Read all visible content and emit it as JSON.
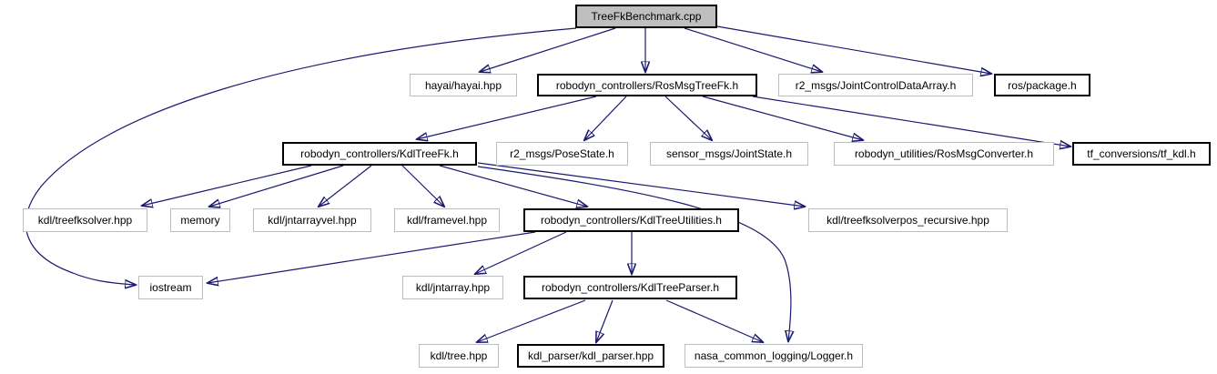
{
  "graph": {
    "type": "include-dependency-graph",
    "root": "TreeFkBenchmark.cpp",
    "colors": {
      "edge": "#191970",
      "documented_node_border": "#000000",
      "external_node_border": "#bdbdbd",
      "root_node_fill": "#bfbfbf",
      "node_fill": "#ffffff",
      "text": "#000000",
      "background": "#ffffff"
    },
    "nodes": {
      "benchmark": {
        "label": "TreeFkBenchmark.cpp"
      },
      "hayai": {
        "label": "hayai/hayai.hpp"
      },
      "rosmsgtreefk": {
        "label": "robodyn_controllers/RosMsgTreeFk.h"
      },
      "jointcontroldata": {
        "label": "r2_msgs/JointControlDataArray.h"
      },
      "rospackage": {
        "label": "ros/package.h"
      },
      "kdltreefk": {
        "label": "robodyn_controllers/KdlTreeFk.h"
      },
      "posestate": {
        "label": "r2_msgs/PoseState.h"
      },
      "jointstate": {
        "label": "sensor_msgs/JointState.h"
      },
      "rosmsgconverter": {
        "label": "robodyn_utilities/RosMsgConverter.h"
      },
      "tfkdl": {
        "label": "tf_conversions/tf_kdl.h"
      },
      "treefksolver": {
        "label": "kdl/treefksolver.hpp"
      },
      "memory": {
        "label": "memory"
      },
      "jntarrayvel": {
        "label": "kdl/jntarrayvel.hpp"
      },
      "framevel": {
        "label": "kdl/framevel.hpp"
      },
      "kdltreeutilities": {
        "label": "robodyn_controllers/KdlTreeUtilities.h"
      },
      "treefksolverposrec": {
        "label": "kdl/treefksolverpos_recursive.hpp"
      },
      "iostream": {
        "label": "iostream"
      },
      "jntarray": {
        "label": "kdl/jntarray.hpp"
      },
      "kdltreeparser": {
        "label": "robodyn_controllers/KdlTreeParser.h"
      },
      "kdltree": {
        "label": "kdl/tree.hpp"
      },
      "kdlparser": {
        "label": "kdl_parser/kdl_parser.hpp"
      },
      "logger": {
        "label": "nasa_common_logging/Logger.h"
      }
    },
    "edges": [
      {
        "from": "TreeFkBenchmark.cpp",
        "to": "hayai/hayai.hpp"
      },
      {
        "from": "TreeFkBenchmark.cpp",
        "to": "robodyn_controllers/RosMsgTreeFk.h"
      },
      {
        "from": "TreeFkBenchmark.cpp",
        "to": "r2_msgs/JointControlDataArray.h"
      },
      {
        "from": "TreeFkBenchmark.cpp",
        "to": "ros/package.h"
      },
      {
        "from": "TreeFkBenchmark.cpp",
        "to": "iostream"
      },
      {
        "from": "robodyn_controllers/RosMsgTreeFk.h",
        "to": "robodyn_controllers/KdlTreeFk.h"
      },
      {
        "from": "robodyn_controllers/RosMsgTreeFk.h",
        "to": "r2_msgs/PoseState.h"
      },
      {
        "from": "robodyn_controllers/RosMsgTreeFk.h",
        "to": "sensor_msgs/JointState.h"
      },
      {
        "from": "robodyn_controllers/RosMsgTreeFk.h",
        "to": "robodyn_utilities/RosMsgConverter.h"
      },
      {
        "from": "robodyn_controllers/RosMsgTreeFk.h",
        "to": "tf_conversions/tf_kdl.h"
      },
      {
        "from": "robodyn_controllers/KdlTreeFk.h",
        "to": "kdl/treefksolver.hpp"
      },
      {
        "from": "robodyn_controllers/KdlTreeFk.h",
        "to": "memory"
      },
      {
        "from": "robodyn_controllers/KdlTreeFk.h",
        "to": "kdl/jntarrayvel.hpp"
      },
      {
        "from": "robodyn_controllers/KdlTreeFk.h",
        "to": "kdl/framevel.hpp"
      },
      {
        "from": "robodyn_controllers/KdlTreeFk.h",
        "to": "robodyn_controllers/KdlTreeUtilities.h"
      },
      {
        "from": "robodyn_controllers/KdlTreeFk.h",
        "to": "kdl/treefksolverpos_recursive.hpp"
      },
      {
        "from": "robodyn_controllers/KdlTreeFk.h",
        "to": "nasa_common_logging/Logger.h"
      },
      {
        "from": "robodyn_controllers/KdlTreeUtilities.h",
        "to": "iostream"
      },
      {
        "from": "robodyn_controllers/KdlTreeUtilities.h",
        "to": "kdl/jntarray.hpp"
      },
      {
        "from": "robodyn_controllers/KdlTreeUtilities.h",
        "to": "robodyn_controllers/KdlTreeParser.h"
      },
      {
        "from": "robodyn_controllers/KdlTreeParser.h",
        "to": "kdl/tree.hpp"
      },
      {
        "from": "robodyn_controllers/KdlTreeParser.h",
        "to": "kdl_parser/kdl_parser.hpp"
      },
      {
        "from": "robodyn_controllers/KdlTreeParser.h",
        "to": "nasa_common_logging/Logger.h"
      }
    ]
  }
}
